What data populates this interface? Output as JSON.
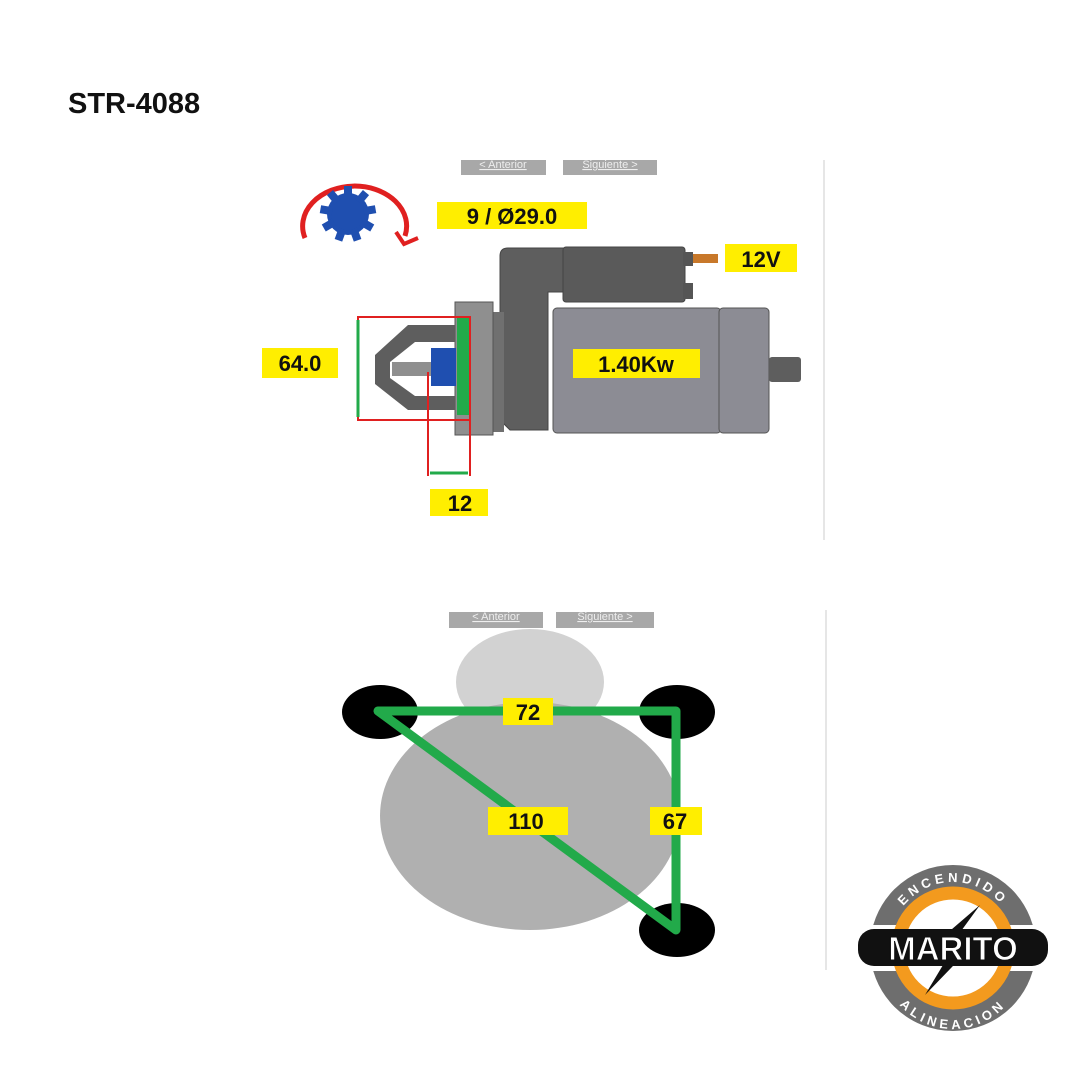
{
  "title": "STR-4088",
  "starter_diagram": {
    "nav": {
      "prev": "< Anterior",
      "next": "Siguiente >"
    },
    "teeth_diameter": "9 / Ø29.0",
    "voltage": "12V",
    "flange_diameter": "64.0",
    "power": "1.40Kw",
    "pinion_offset": "12"
  },
  "mounting_diagram": {
    "nav": {
      "prev": "< Anterior",
      "next": "Siguiente >"
    },
    "top_distance": "72",
    "diagonal_distance": "110",
    "side_distance": "67"
  },
  "logo": {
    "top_text": "ENCENDIDO",
    "name": "MARITO",
    "bottom_text": "ALINEACION"
  },
  "colors": {
    "label_bg": "#ffee00",
    "green": "#22aa4a",
    "red": "#e02020",
    "gear": "#1f4fb0",
    "orange": "#f39a1e",
    "gray": "#6e6e6e"
  }
}
